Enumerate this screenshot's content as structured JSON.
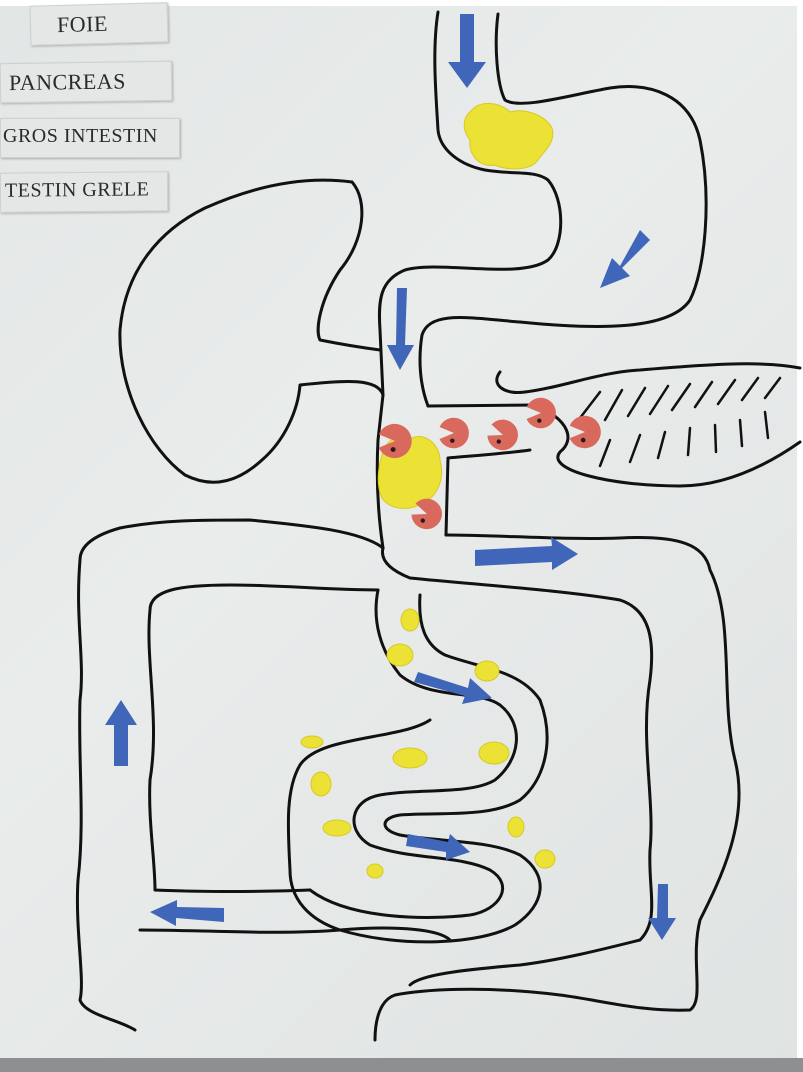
{
  "labels": {
    "foie": "FOIE",
    "pancreas": "PANCREAS",
    "gros_intestin": "GROS INTESTIN",
    "intestin_grele": "TESTIN GRELE"
  },
  "colors": {
    "outline": "#111111",
    "arrow": "#3f66b8",
    "food": "#f2dc2e",
    "food_blob": "#ece235",
    "enzyme": "#d9695c",
    "board": "#e6e9e8"
  }
}
